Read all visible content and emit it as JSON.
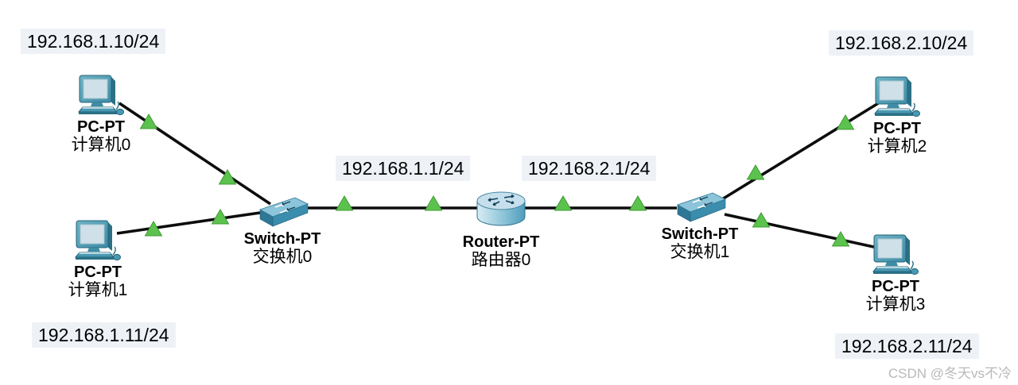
{
  "diagram": {
    "title": "packet-tracer-topology",
    "nodes": [
      {
        "id": "pc0",
        "type": "pc",
        "model": "PC-PT",
        "name": "计算机0",
        "ip": "192.168.1.10/24"
      },
      {
        "id": "pc1",
        "type": "pc",
        "model": "PC-PT",
        "name": "计算机1",
        "ip": "192.168.1.11/24"
      },
      {
        "id": "pc2",
        "type": "pc",
        "model": "PC-PT",
        "name": "计算机2",
        "ip": "192.168.2.10/24"
      },
      {
        "id": "pc3",
        "type": "pc",
        "model": "PC-PT",
        "name": "计算机3",
        "ip": "192.168.2.11/24"
      },
      {
        "id": "switch0",
        "type": "switch",
        "model": "Switch-PT",
        "name": "交换机0"
      },
      {
        "id": "switch1",
        "type": "switch",
        "model": "Switch-PT",
        "name": "交换机1"
      },
      {
        "id": "router0",
        "type": "router",
        "model": "Router-PT",
        "name": "路由器0"
      }
    ],
    "router_interface_labels": [
      {
        "text": "192.168.1.1/24"
      },
      {
        "text": "192.168.2.1/24"
      }
    ],
    "links": [
      {
        "from": "pc0",
        "to": "switch0",
        "status": "up"
      },
      {
        "from": "pc1",
        "to": "switch0",
        "status": "up"
      },
      {
        "from": "switch0",
        "to": "router0",
        "status": "up"
      },
      {
        "from": "router0",
        "to": "switch1",
        "status": "up"
      },
      {
        "from": "switch1",
        "to": "pc2",
        "status": "up"
      },
      {
        "from": "switch1",
        "to": "pc3",
        "status": "up"
      }
    ],
    "colors": {
      "cable": "#0d0d0d",
      "link_status_up": "#5cc24e",
      "device_teal": "#3e93b0",
      "label_background": "#eef2f7",
      "text": "#000000",
      "watermark": "#b9b9b9"
    },
    "watermark": "CSDN @冬天vs不冷"
  }
}
